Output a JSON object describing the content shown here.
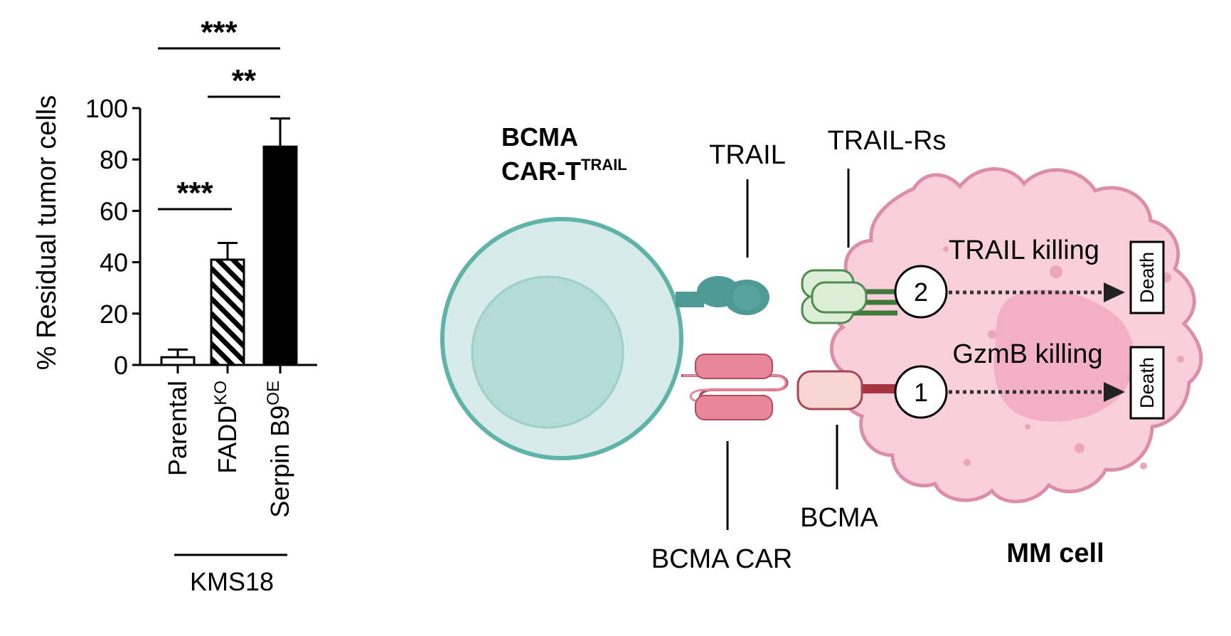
{
  "chart_data": {
    "type": "bar",
    "ylabel": "% Residual tumor cells",
    "ylim": [
      0,
      100
    ],
    "yticks": [
      "0",
      "20",
      "40",
      "60",
      "80",
      "100"
    ],
    "categories": [
      {
        "base": "Parental",
        "sup": ""
      },
      {
        "base": "FADD",
        "sup": "KO"
      },
      {
        "base": "Serpin B9",
        "sup": "OE"
      }
    ],
    "values": [
      3,
      41,
      85
    ],
    "errors": [
      3,
      6.5,
      11
    ],
    "fills": [
      "open",
      "hatched",
      "solid"
    ],
    "group_label": "KMS18",
    "significance": [
      {
        "from": 0,
        "to": 2,
        "label": "***"
      },
      {
        "from": 1,
        "to": 2,
        "label": "**"
      },
      {
        "from": 0,
        "to": 1,
        "label": "***"
      }
    ]
  },
  "diagram": {
    "car_t_title": {
      "line1": "BCMA",
      "line2": "CAR-T",
      "sup": "TRAIL"
    },
    "trail": "TRAIL",
    "trail_rs": "TRAIL-Rs",
    "bcma_car": "BCMA CAR",
    "bcma": "BCMA",
    "mm_cell": "MM cell",
    "trail_killing": "TRAIL killing",
    "gzmb_killing": "GzmB killing",
    "step2": "2",
    "step1": "1",
    "death_top": "Death",
    "death_bottom": "Death"
  },
  "colors": {
    "tcell_outer": "#d7ecea",
    "tcell_border": "#5fb3a8",
    "tcell_nucleus": "#b3dcd7",
    "trail": "#4e9a94",
    "trail_receptor_fill": "#dcefd6",
    "trail_receptor_stroke": "#4f8a4f",
    "trail_receptor_stalk": "#3f7a3a",
    "car": "#e7889a",
    "car_stroke": "#b24a60",
    "bcma_fill": "#f8d7d3",
    "bcma_stroke": "#a84654",
    "bcma_stalk": "#a8343f",
    "mm_cell": "#f9cfdb",
    "mm_border": "#dc8ea8",
    "mm_nucleus": "#f3afc6"
  }
}
